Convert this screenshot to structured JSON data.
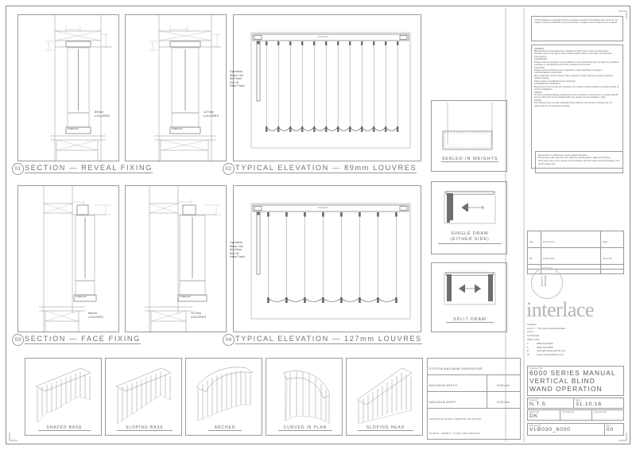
{
  "document": {
    "type": "technical-drawing",
    "sheet_size": "A-series landscape"
  },
  "copyright_note": "©This drawing is copyright and the exclusive property of Interlace and must not be copied, used or published by any electronic or paper means without prior consent.",
  "general_notes": "GENERAL\nBlind sections and elevations are indicative of blind system type and dimensions.\nInterlace reserve the right to alter products without notice on the basis of continuous improvement.\nTOLERANCE\nPlease note that tolerance must be allowed on any dimensions given to take any production variations in manufacturing and other variations into account.\nCOLOURS\nPlease contact Interlace for any requests for colour swatches or samples.\nCUSTOM METAL COLOURS\nMost metal parts can be custom colour coated to an RAL reference using a polyester powder coating.\nPlease check compatibility before specifying.\nAUTOMATION CONTROLS\nRequirements for controls are indicative only. Please contact Interlace for specific advice on control installations.\nWIRING\nAll wiring including cabling, containment and connections is assumed to be project specific and by others and is not included within any generic recommendations made.\nFIXING\nThis drawing does not take individual fixing situations into account. Interlace are not responsible for the substrate provided.",
  "dimension_note": "Dimensions in millimetres unless stated otherwise.\nDimensions may vary from this drawing including fabric gaps and bracket dimensions due to the nature of the products. Do NOT scale from this drawing. If in doubt please ask.",
  "drawings": [
    {
      "number": "01",
      "title": "SECTION  —  REVEAL FIXING"
    },
    {
      "number": "02",
      "title": "TYPICAL ELEVATION  —  89mm LOUVRES"
    },
    {
      "number": "03",
      "title": "SECTION  —  FACE FIXING"
    },
    {
      "number": "04",
      "title": "TYPICAL ELEVATION  —  127mm LOUVRES"
    }
  ],
  "section_labels": {
    "louvre_89": "89mm\nLOUVRES",
    "louvre_127": "127mm\nLOUVRES",
    "weight_tag": "INTERLACE"
  },
  "elevation_notes": {
    "operation_wand": "Operation\nWand Can\nBe Either\nEnd Of\nHead Track",
    "headrail": "interlace"
  },
  "detail_panels": [
    {
      "id": "sealed-in-weights",
      "label": "SEALED-IN WEIGHTS"
    },
    {
      "id": "single-draw",
      "label": "SINGLE DRAW\n(EITHER SIDE)"
    },
    {
      "id": "split-draw",
      "label": "SPLIT DRAW"
    }
  ],
  "shape_panels": [
    {
      "id": "shaped-base",
      "label": "SHAPED BASE"
    },
    {
      "id": "sloping-base",
      "label": "SLOPING BASE"
    },
    {
      "id": "arched",
      "label": "ARCHED"
    },
    {
      "id": "curved-in-plan",
      "label": "CURVED IN PLAN"
    },
    {
      "id": "sloping-head",
      "label": "SLOPING HEAD"
    }
  ],
  "spec_table": {
    "header": "SYSTEM MAXIMUM DIMENSIONS",
    "rows": [
      {
        "label": "MAXIMUM WIDTH",
        "value": "5000mm"
      },
      {
        "label": "MAXIMUM DROP",
        "value": "5000mm"
      }
    ],
    "footnote": "MAXIMUM SIZES DEPEND ON BLIND\nSHAPE, FABRIC TYPE AND WEIGHT"
  },
  "revision_table": {
    "headers": [
      "Rev",
      "Description",
      "Date"
    ],
    "rows": [
      {
        "rev": "00",
        "description": "initial issue",
        "date": "31.10.16"
      },
      {
        "rev": "",
        "description": "",
        "date": ""
      },
      {
        "rev": "",
        "description": "",
        "date": ""
      }
    ]
  },
  "brand": {
    "monogram": "il",
    "wordmark": "interlace"
  },
  "company": {
    "address": "Interlace\nUnit 6 — The Grip Industrial Estate\nLinton\nCambridge\nCB21 4XW",
    "contacts": [
      {
        "key": "T",
        "value": "0800 619 6093"
      },
      {
        "key": "F",
        "value": "0800 619 6098"
      },
      {
        "key": "E",
        "value": "sales@interlaceblinds.com"
      },
      {
        "key": "W",
        "value": "www.interlaceblinds.com"
      }
    ]
  },
  "title_block": {
    "drawing_title_label": "Drawing Title",
    "drawing_title": "6000 SERIES MANUAL\nVERTICAL BLIND\nWAND OPERATION",
    "scale_label": "Scale(s)",
    "scale_value": "N.T.S.",
    "date_label": "Date",
    "date_value": "31.10.16",
    "drawn_by_label": "Drawn By",
    "drawn_by_value": "DK",
    "checked_by_label": "Checked By",
    "checked_by_value": "",
    "approved_by_label": "Approved By",
    "approved_by_value": "",
    "drawing_no_label": "Drawing No",
    "drawing_no_value": "VLB030_6000",
    "rev_label": "Rev",
    "rev_value": "00"
  }
}
